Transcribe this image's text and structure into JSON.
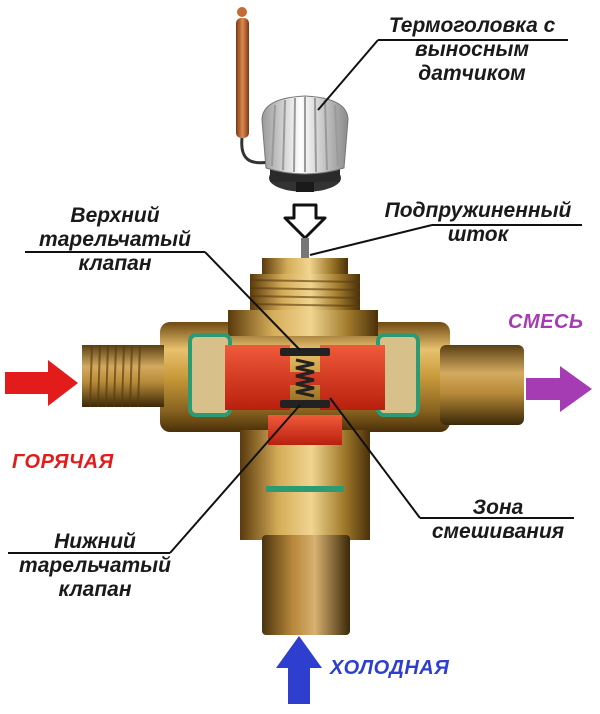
{
  "labels": {
    "thermohead": {
      "line1": "Термоголовка с",
      "line2": "выносным",
      "line3": "датчиком"
    },
    "stem": {
      "line1": "Подпружиненный",
      "line2": "шток"
    },
    "upper_valve": {
      "line1": "Верхний",
      "line2": "тарельчатый",
      "line3": "клапан"
    },
    "lower_valve": {
      "line1": "Нижний",
      "line2": "тарельчатый",
      "line3": "клапан"
    },
    "mix_zone": {
      "line1": "Зона",
      "line2": "смешивания"
    }
  },
  "flows": {
    "hot": {
      "label": "ГОРЯЧАЯ",
      "color": "#e31b1b"
    },
    "mix": {
      "label": "СМЕСЬ",
      "color": "#a63cb4"
    },
    "cold": {
      "label": "ХОЛОДНАЯ",
      "color": "#2e3fd0"
    }
  },
  "colors": {
    "brass": "#c89a3a",
    "copper": "#c8672f",
    "interior_red": "#e03a22",
    "seal_green": "#2c9b74"
  },
  "icons": [
    "thermostatic-head-icon",
    "capillary-sensor-icon",
    "push-down-arrow-icon"
  ]
}
